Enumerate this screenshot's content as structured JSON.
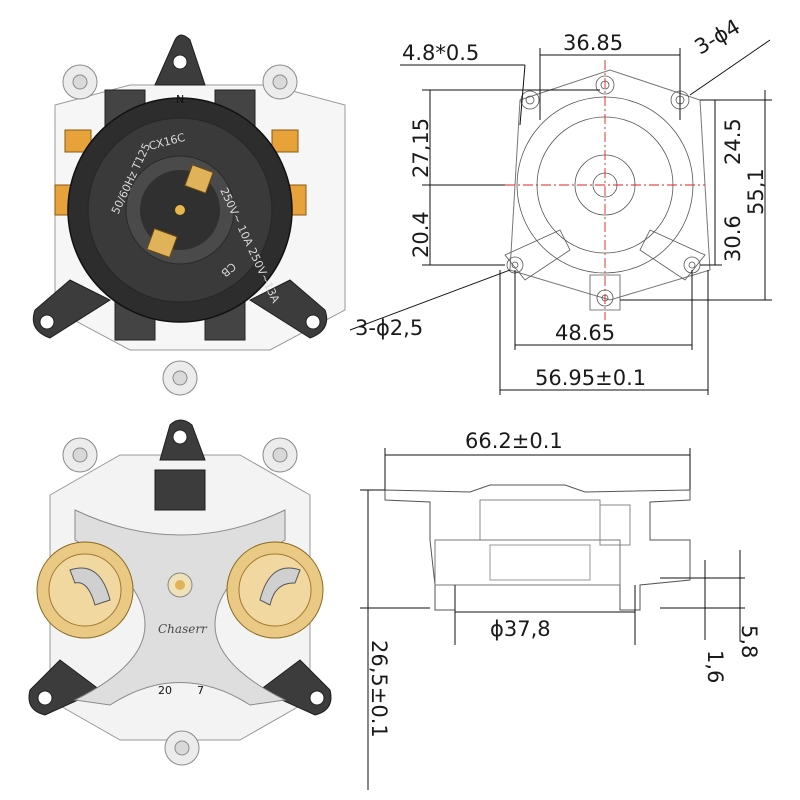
{
  "top_drawing": {
    "tab_size": "4.8*0.5",
    "tab_spacing": "36.85",
    "top_holes": "3-ϕ4",
    "upper_height": "27,15",
    "lower_height": "20.4",
    "right_upper": "24.5",
    "right_lower": "30.6",
    "overall_height": "55,1",
    "bottom_holes": "3-ϕ2,5",
    "hole_spacing": "48.65",
    "overall_width": "56.95±0.1"
  },
  "side_drawing": {
    "width": "66.2±0.1",
    "diameter": "ϕ37,8",
    "step_height": "5,8",
    "flange": "1,6",
    "overall_height": "26,5±0.1"
  },
  "markings": {
    "face_text_1": "CX16C",
    "face_text_2": "50/60Hz T125",
    "face_text_3": "250V~ 10A 250V~13A",
    "face_text_4": "CB",
    "rear_brand": "Chaserr",
    "rear_num_left": "20",
    "rear_num_right": "7",
    "pin_label": "N"
  }
}
